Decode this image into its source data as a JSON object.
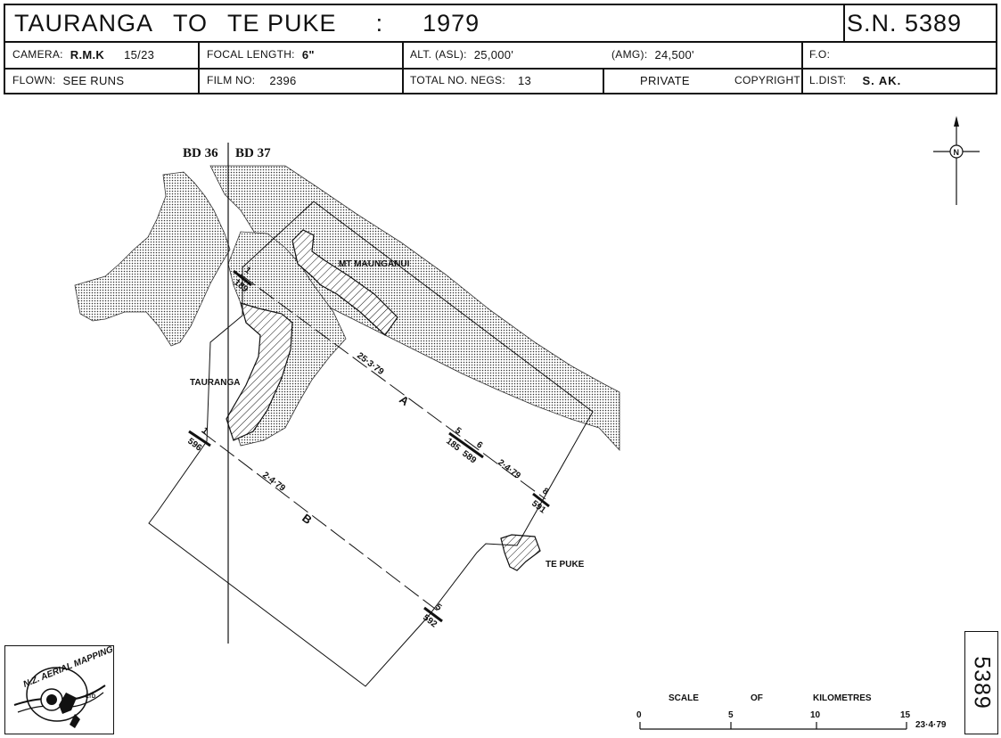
{
  "header": {
    "title_from": "TAURANGA",
    "title_to_word": "TO",
    "title_to": "TE PUKE",
    "title_sep": ":",
    "year": "1979",
    "sheet_no": "S.N. 5389",
    "camera_label": "CAMERA:",
    "camera_value": "R.M.K",
    "camera_extra": "15/23",
    "focal_label": "FOCAL LENGTH:",
    "focal_value": "6\"",
    "alt_label": "ALT. (ASL):",
    "alt_value": "25,000'",
    "amg_label": "(AMG):",
    "amg_value": "24,500'",
    "fo_label": "F.O:",
    "flown_label": "FLOWN:",
    "flown_value": "SEE RUNS",
    "film_label": "FILM NO:",
    "film_value": "2396",
    "negs_label": "TOTAL NO. NEGS:",
    "negs_value": "13",
    "private": "PRIVATE",
    "copyright": "COPYRIGHT",
    "ldist_label": "L.DIST:",
    "ldist_value": "S. AK."
  },
  "map": {
    "sheet_left": "BD 36",
    "sheet_right": "BD 37",
    "places": {
      "mt_maunganui": "MT MAUNGANUI",
      "tauranga": "TAURANGA",
      "te_puke": "TE PUKE"
    },
    "run_a": {
      "letter": "A",
      "date1": "25·3·79",
      "date2": "2·4·79",
      "start_neg": "1",
      "start_frame": "189",
      "mid_neg_left": "5",
      "mid_frame_left": "185",
      "mid_neg_right": "6",
      "mid_frame_right": "589",
      "end_neg": "8",
      "end_frame": "591"
    },
    "run_b": {
      "letter": "B",
      "date": "2·4·79",
      "start_neg": "1",
      "start_frame": "596",
      "end_neg": "5",
      "end_frame": "592"
    },
    "north_letter": "N"
  },
  "scale": {
    "word1": "SCALE",
    "word2": "OF",
    "word3": "KILOMETRES",
    "ticks": [
      "0",
      "5",
      "10",
      "15"
    ],
    "date": "23·4·79"
  },
  "logo": {
    "text_top": "N.Z. AERIAL MAPPING",
    "text_side": "LTD."
  },
  "sheet_number_side": "5389"
}
